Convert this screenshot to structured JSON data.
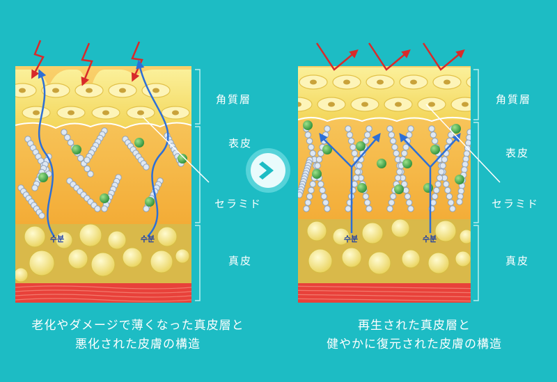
{
  "left": {
    "labels": {
      "stratum_corneum": "角質層",
      "epidermis": "表皮",
      "ceramide": "セラミド",
      "dermis": "真皮"
    },
    "moisture": [
      "수분",
      "수분"
    ],
    "caption": [
      "老化やダメージで薄くなった真皮層と",
      "悪化された皮膚の構造"
    ]
  },
  "right": {
    "labels": {
      "stratum_corneum": "角質層",
      "epidermis": "表皮",
      "ceramide": "セラミド",
      "dermis": "真皮"
    },
    "moisture": [
      "수분",
      "수분"
    ],
    "caption": [
      "再生された真皮層と",
      "健やかに復元された皮膚の構造"
    ]
  },
  "colors": {
    "background": "#1dbcc4",
    "corneum": "#f6e57a",
    "epidermis": "#f4a72c",
    "dermis": "#e6c95e",
    "base": "#e8413a",
    "arrow_red": "#d82a2a",
    "arrow_blue": "#2d6fd6",
    "ceramide_green": "#3aa84a"
  },
  "icons": {
    "next": "chevron-right-icon"
  }
}
